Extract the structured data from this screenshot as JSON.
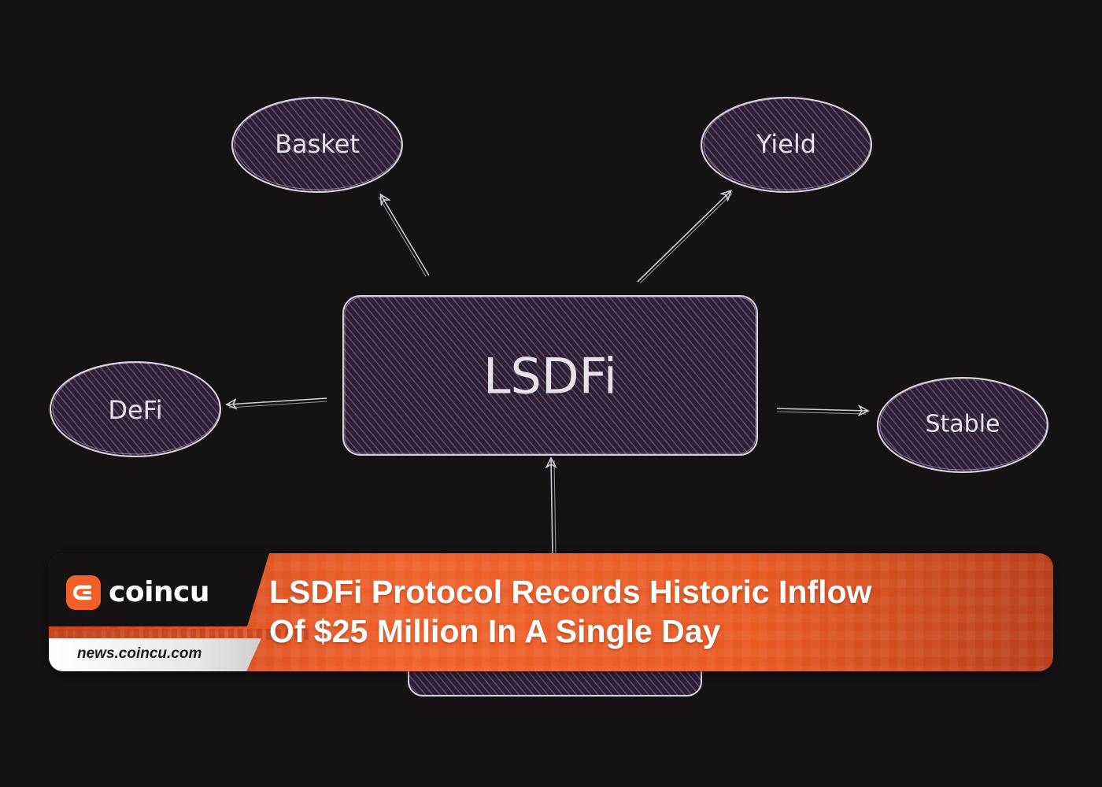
{
  "diagram": {
    "nodes": [
      {
        "id": "lsdfi",
        "label": "LSDFi"
      },
      {
        "id": "basket",
        "label": "Basket"
      },
      {
        "id": "yield",
        "label": "Yield"
      },
      {
        "id": "defi",
        "label": "DeFi"
      },
      {
        "id": "stable",
        "label": "Stable"
      },
      {
        "id": "bottom",
        "label": ""
      }
    ],
    "edges": [
      {
        "from": "lsdfi",
        "to": "basket"
      },
      {
        "from": "lsdfi",
        "to": "yield"
      },
      {
        "from": "lsdfi",
        "to": "defi"
      },
      {
        "from": "lsdfi",
        "to": "stable"
      },
      {
        "from": "bottom",
        "to": "lsdfi"
      }
    ],
    "colors": {
      "background": "#141213",
      "node_fill": "#3a2a45",
      "hatch": "#7a5a8c",
      "stroke": "#d8d4dc",
      "text": "#e6e2ea"
    }
  },
  "banner": {
    "brand": "coincu",
    "site": "news.coincu.com",
    "headline_line1": "LSDFi Protocol Records Historic Inflow",
    "headline_line2": "Of $25 Million In A Single Day",
    "accent_color": "#f0612a"
  }
}
